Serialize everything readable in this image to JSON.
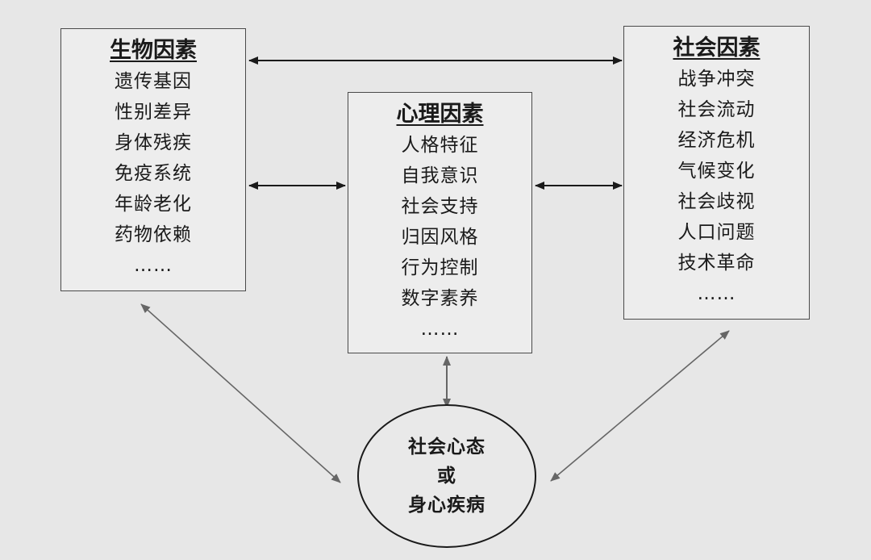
{
  "biological": {
    "title": "生物因素",
    "items": [
      "遗传基因",
      "性别差异",
      "身体残疾",
      "免疫系统",
      "年龄老化",
      "药物依赖",
      "……"
    ]
  },
  "psychological": {
    "title": "心理因素",
    "items": [
      "人格特征",
      "自我意识",
      "社会支持",
      "归因风格",
      "行为控制",
      "数字素养",
      "……"
    ]
  },
  "social": {
    "title": "社会因素",
    "items": [
      "战争冲突",
      "社会流动",
      "经济危机",
      "气候变化",
      "社会歧视",
      "人口问题",
      "技术革命",
      "……"
    ]
  },
  "outcome": {
    "lines": [
      "社会心态",
      "或",
      "身心疾病"
    ]
  },
  "colors": {
    "background": "#e7e7e7",
    "border": "#4a4a4a",
    "text": "#1a1a1a",
    "arrow": "#1a1a1a",
    "diagonal_arrow": "#666666"
  }
}
